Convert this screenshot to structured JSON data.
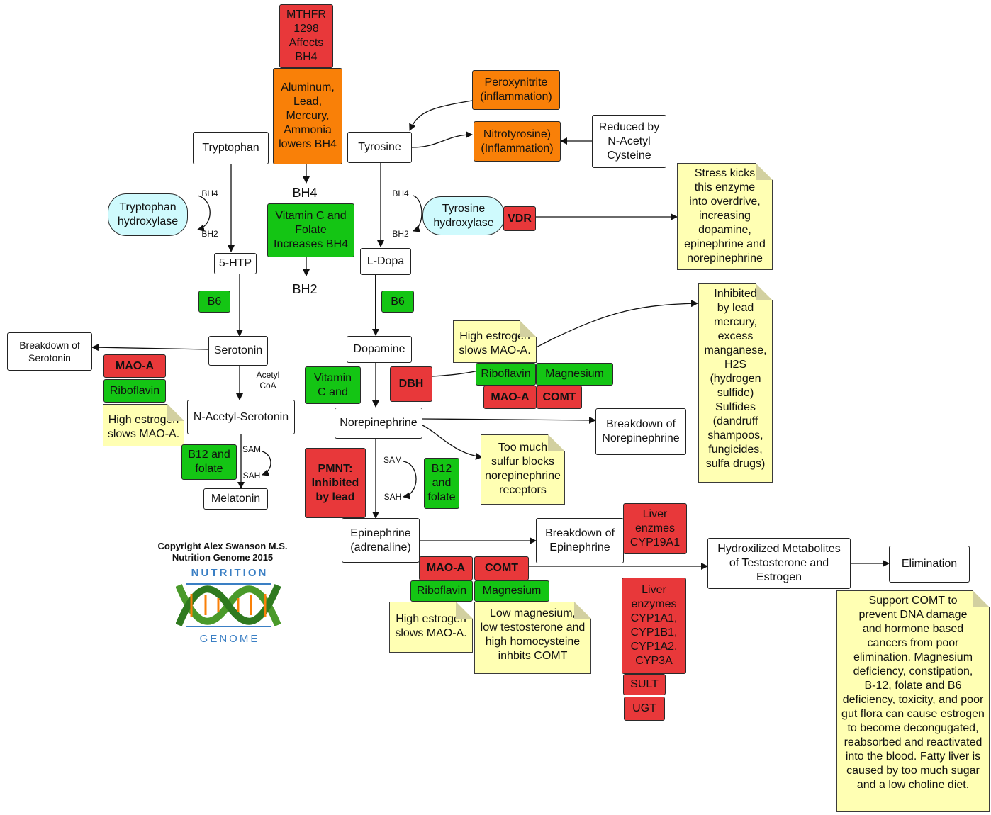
{
  "nodes": {
    "mthfr": "MTHFR\n1298\nAffects\nBH4",
    "aluminum": "Aluminum,\nLead,\nMercury,\nAmmonia\nlowers BH4",
    "bh4_label": "BH4",
    "vitc_folate": "Vitamin C and\nFolate\nIncreases BH4",
    "bh2_label": "BH2",
    "tryptophan": "Tryptophan",
    "tryptophan_hydroxylase": "Tryptophan\nhydroxylase",
    "five_htp": "5-HTP",
    "b6_left": "B6",
    "serotonin": "Serotonin",
    "breakdown_serotonin": "Breakdown of\nSerotonin",
    "maoa_left": "MAO-A",
    "riboflavin_left": "Riboflavin",
    "high_estrogen_left": "High estrogen\nslows MAO-A.",
    "acetyl_coa": "Acetyl\nCoA",
    "n_acetyl_serotonin": "N-Acetyl-Serotonin",
    "b12_folate_left": "B12 and\nfolate",
    "melatonin": "Melatonin",
    "tyrosine": "Tyrosine",
    "peroxynitrite": "Peroxynitrite\n(inflammation)",
    "nitrotyrosine": "Nitrotyrosine)\n(Inflammation)",
    "reduced_nac": "Reduced by\nN-Acetyl\nCysteine",
    "tyrosine_hydroxylase": "Tyrosine\nhydroxylase",
    "vdr": "VDR",
    "stress_note": "Stress kicks\nthis enzyme\ninto overdrive,\nincreasing\ndopamine,\nepinephrine and\nnorepinephrine",
    "ldopa": "L-Dopa",
    "b6_right": "B6",
    "dopamine": "Dopamine",
    "vitamin_c": "Vitamin\nC and",
    "dbh": "DBH",
    "high_estrogen_mid": "High estrogen\nslows MAO-A.",
    "riboflavin_mid": "Riboflavin",
    "magnesium_mid": "Magnesium",
    "maoa_mid": "MAO-A",
    "comt_mid": "COMT",
    "inhibited_lead_note": "Inhibited\nby lead\nmercury,\nexcess\nmanganese,\nH2S\n(hydrogen\nsulfide)\nSulfides\n(dandruff\nshampoos,\nfungicides,\nsulfa drugs)",
    "norepinephrine": "Norepinephrine",
    "breakdown_norepinephrine": "Breakdown of\nNorepinephrine",
    "sulfur_note": "Too much\nsulfur blocks\nnorepinephrine\nreceptors",
    "pmnt": "PMNT:\nInhibited\nby lead",
    "b12_folate_right": "B12\nand\nfolate",
    "epinephrine": "Epinephrine\n(adrenaline)",
    "breakdown_epinephrine": "Breakdown of\nEpinephrine",
    "liver_cyp19": "Liver\nenzmes\nCYP19A1",
    "maoa_bottom": "MAO-A",
    "comt_bottom": "COMT",
    "riboflavin_bottom": "Riboflavin",
    "magnesium_bottom": "Magnesium",
    "high_estrogen_bottom": "High estrogen\nslows MAO-A.",
    "low_mg_note": "Low magnesium,\nlow testosterone and\nhigh homocysteine\ninhbits COMT",
    "hydroxilized": "Hydroxilized Metabolites\nof Testosterone and\nEstrogen",
    "elimination": "Elimination",
    "liver_cyp1": "Liver\nenzymes\nCYP1A1,\nCYP1B1,\nCYP1A2,\nCYP3A",
    "sult": "SULT",
    "ugt": "UGT",
    "support_comt_note": "Support COMT to\nprevent DNA damage\nand hormone based\ncancers from poor\nelimination. Magnesium\ndeficiency, constipation,\nB-12, folate and B6\ndeficiency, toxicity, and poor\ngut flora can cause estrogen\nto become decongugated,\nreabsorbed and reactivated\ninto the blood. Fatty liver is\ncaused by too much sugar\nand a low choline diet."
  },
  "edge_labels": {
    "bh4_left": "BH4",
    "bh2_left": "BH2",
    "bh4_right": "BH4",
    "bh2_right": "BH2",
    "sam_left": "SAM",
    "sah_left": "SAH",
    "sam_right": "SAM",
    "sah_right": "SAH"
  },
  "footer": {
    "copyright": "Copyright Alex Swanson M.S.\nNutrition Genome 2015",
    "logo_top": "NUTRITION",
    "logo_bottom": "GENOME"
  },
  "colors": {
    "red": "#e8383a",
    "green": "#14c514",
    "orange": "#f98008",
    "cyan": "#cffafd",
    "note_yellow": "#ffffb3"
  }
}
